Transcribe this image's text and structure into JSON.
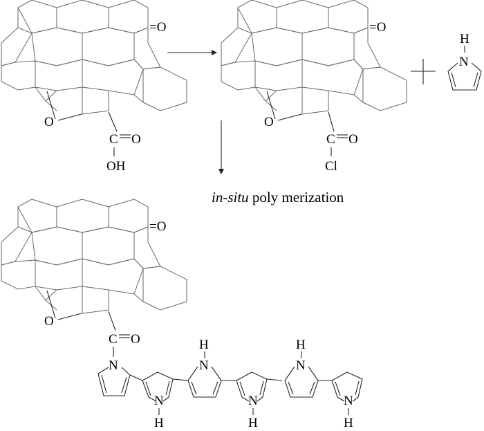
{
  "atoms": {
    "carbonyl": "=O",
    "epoxide_o": "O",
    "c": "C",
    "o": "O",
    "oh": "OH",
    "cl": "Cl",
    "n": "N",
    "h": "H"
  },
  "reaction": {
    "plus": "+",
    "condition_italic": "in-situ",
    "condition_text": " poly merization"
  }
}
